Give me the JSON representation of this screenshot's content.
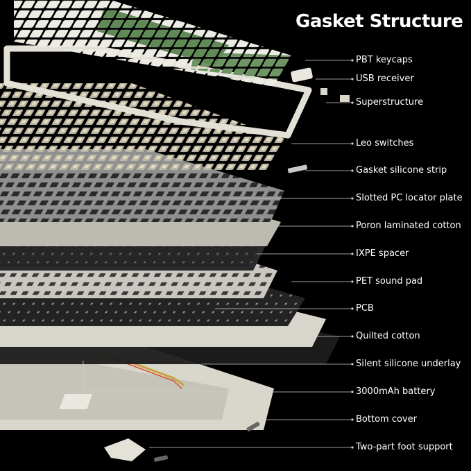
{
  "title": "Gasket Structure",
  "layers": [
    {
      "id": "pbt-keycaps",
      "label": "PBT keycaps"
    },
    {
      "id": "usb-receiver",
      "label": "USB receiver"
    },
    {
      "id": "superstructure",
      "label": "Superstructure"
    },
    {
      "id": "leo-switches",
      "label": "Leo switches"
    },
    {
      "id": "gasket-silicone-strip",
      "label": "Gasket silicone strip"
    },
    {
      "id": "slotted-pc-locator-plate",
      "label": "Slotted PC locator plate"
    },
    {
      "id": "poron-laminated-cotton",
      "label": "Poron laminated cotton"
    },
    {
      "id": "ixpe-spacer",
      "label": "IXPE spacer"
    },
    {
      "id": "pet-sound-pad",
      "label": "PET sound pad"
    },
    {
      "id": "pcb",
      "label": "PCB"
    },
    {
      "id": "quilted-cotton",
      "label": "Quilted cotton"
    },
    {
      "id": "silent-silicone-underlay",
      "label": "Silent silicone underlay"
    },
    {
      "id": "battery",
      "label": "3000mAh battery"
    },
    {
      "id": "bottom-cover",
      "label": "Bottom cover"
    },
    {
      "id": "foot-support",
      "label": "Two-part foot support"
    }
  ],
  "colors": {
    "background": "#000000",
    "text": "#ffffff",
    "leader": "#cfcfcf",
    "keycap_green": "#5f8a55",
    "keycap_white": "#ecebe4",
    "switch": "#bdb8a7",
    "plate": "#9a9a9a",
    "pcb": "#1e1e1e",
    "case": "#d9d6cc",
    "battery_gold": "#c9a23c"
  }
}
